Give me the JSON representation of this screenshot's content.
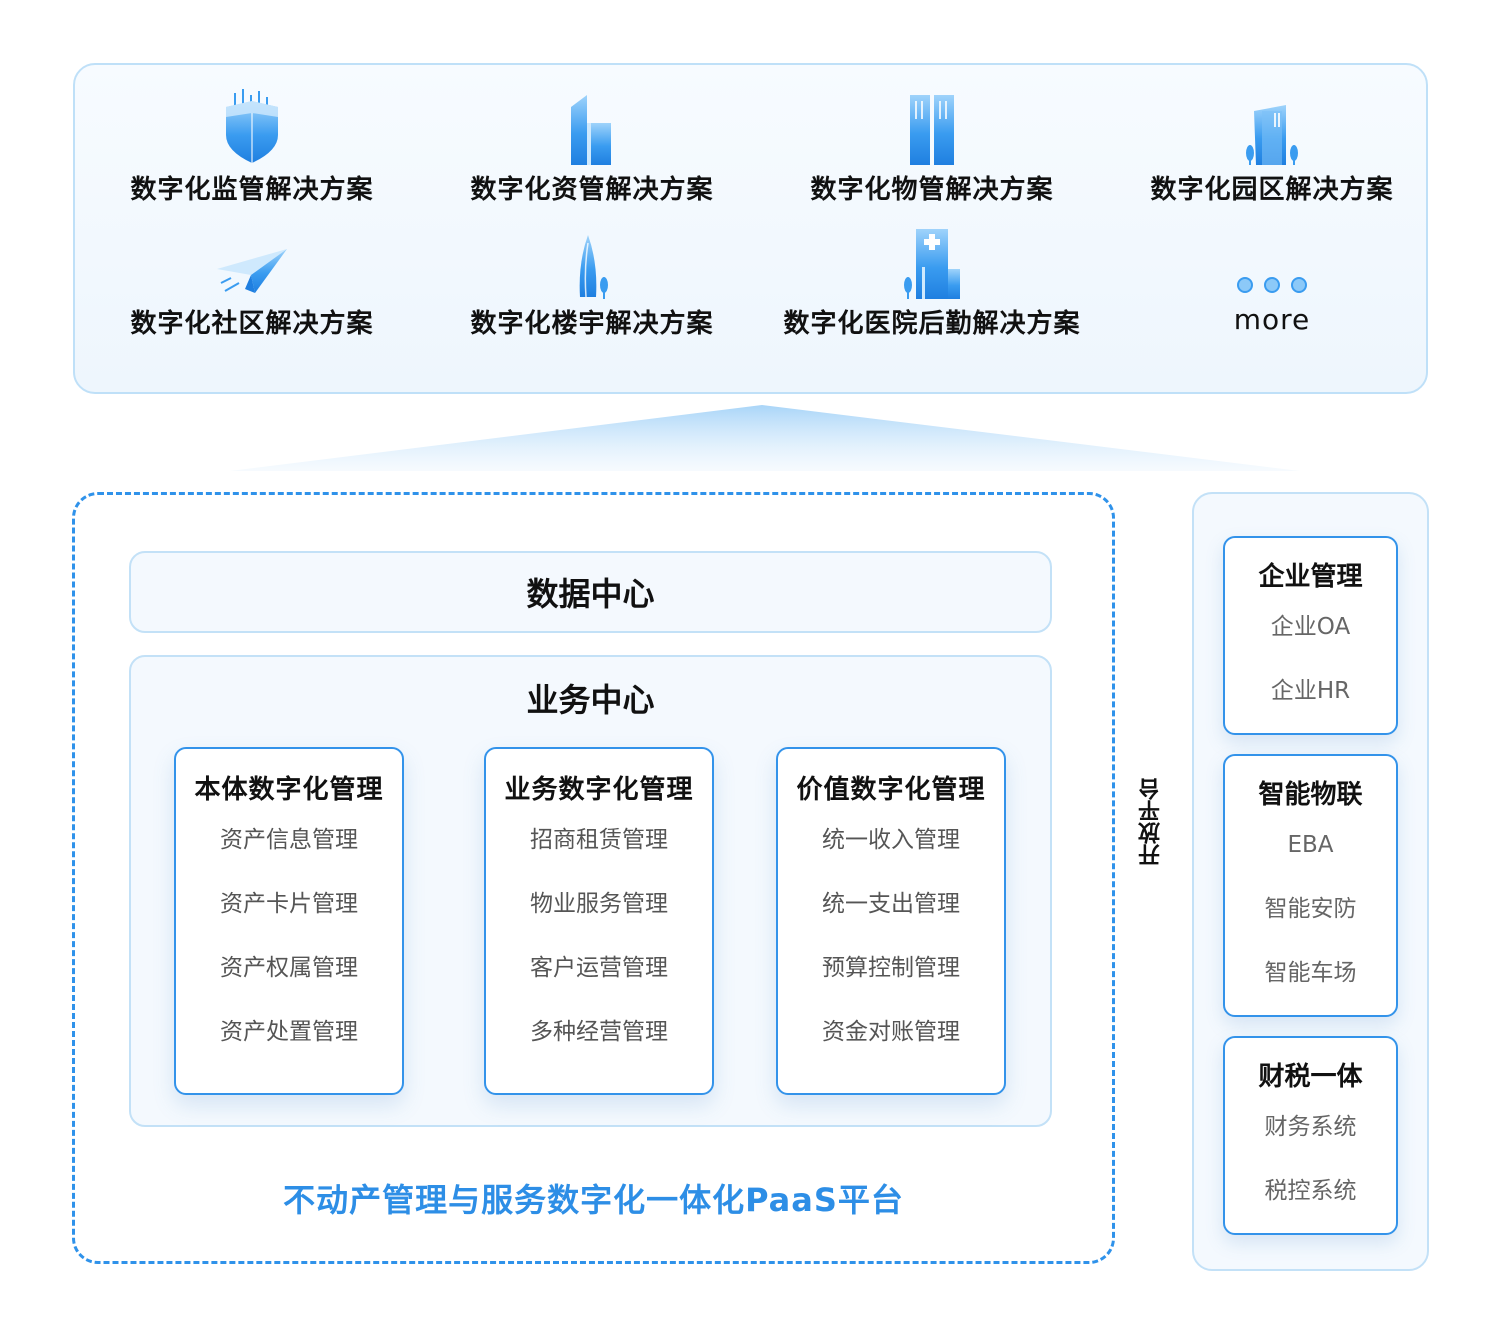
{
  "solutions": {
    "items": [
      {
        "label": "数字化监管解决方案",
        "icon": "shield-icon"
      },
      {
        "label": "数字化资管解决方案",
        "icon": "buildings-icon"
      },
      {
        "label": "数字化物管解决方案",
        "icon": "twin-towers-icon"
      },
      {
        "label": "数字化园区解决方案",
        "icon": "park-building-icon"
      },
      {
        "label": "数字化社区解决方案",
        "icon": "paper-plane-icon"
      },
      {
        "label": "数字化楼宇解决方案",
        "icon": "skyscraper-icon"
      },
      {
        "label": "数字化医院后勤解决方案",
        "icon": "hospital-icon"
      },
      {
        "label": "more",
        "icon": "more-dots-icon"
      }
    ]
  },
  "paas": {
    "title": "不动产管理与服务数字化一体化PaaS平台",
    "data_center": "数据中心",
    "business_center": {
      "title": "业务中心",
      "modules": [
        {
          "title": "本体数字化管理",
          "items": [
            "资产信息管理",
            "资产卡片管理",
            "资产权属管理",
            "资产处置管理"
          ]
        },
        {
          "title": "业务数字化管理",
          "items": [
            "招商租赁管理",
            "物业服务管理",
            "客户运营管理",
            "多种经营管理"
          ]
        },
        {
          "title": "价值数字化管理",
          "items": [
            "统一收入管理",
            "统一支出管理",
            "预算控制管理",
            "资金对账管理"
          ]
        }
      ]
    }
  },
  "open_platform": {
    "label": "开放平台",
    "groups": [
      {
        "title": "企业管理",
        "items": [
          "企业OA",
          "企业HR"
        ]
      },
      {
        "title": "智能物联",
        "items": [
          "EBA",
          "智能安防",
          "智能车场"
        ]
      },
      {
        "title": "财税一体",
        "items": [
          "财务系统",
          "税控系统"
        ]
      }
    ]
  },
  "colors": {
    "accent": "#2f92ea",
    "title_blue": "#2d8ee6",
    "panel_border": "#c3e1f7",
    "panel_bg": "#f4f9fe"
  }
}
